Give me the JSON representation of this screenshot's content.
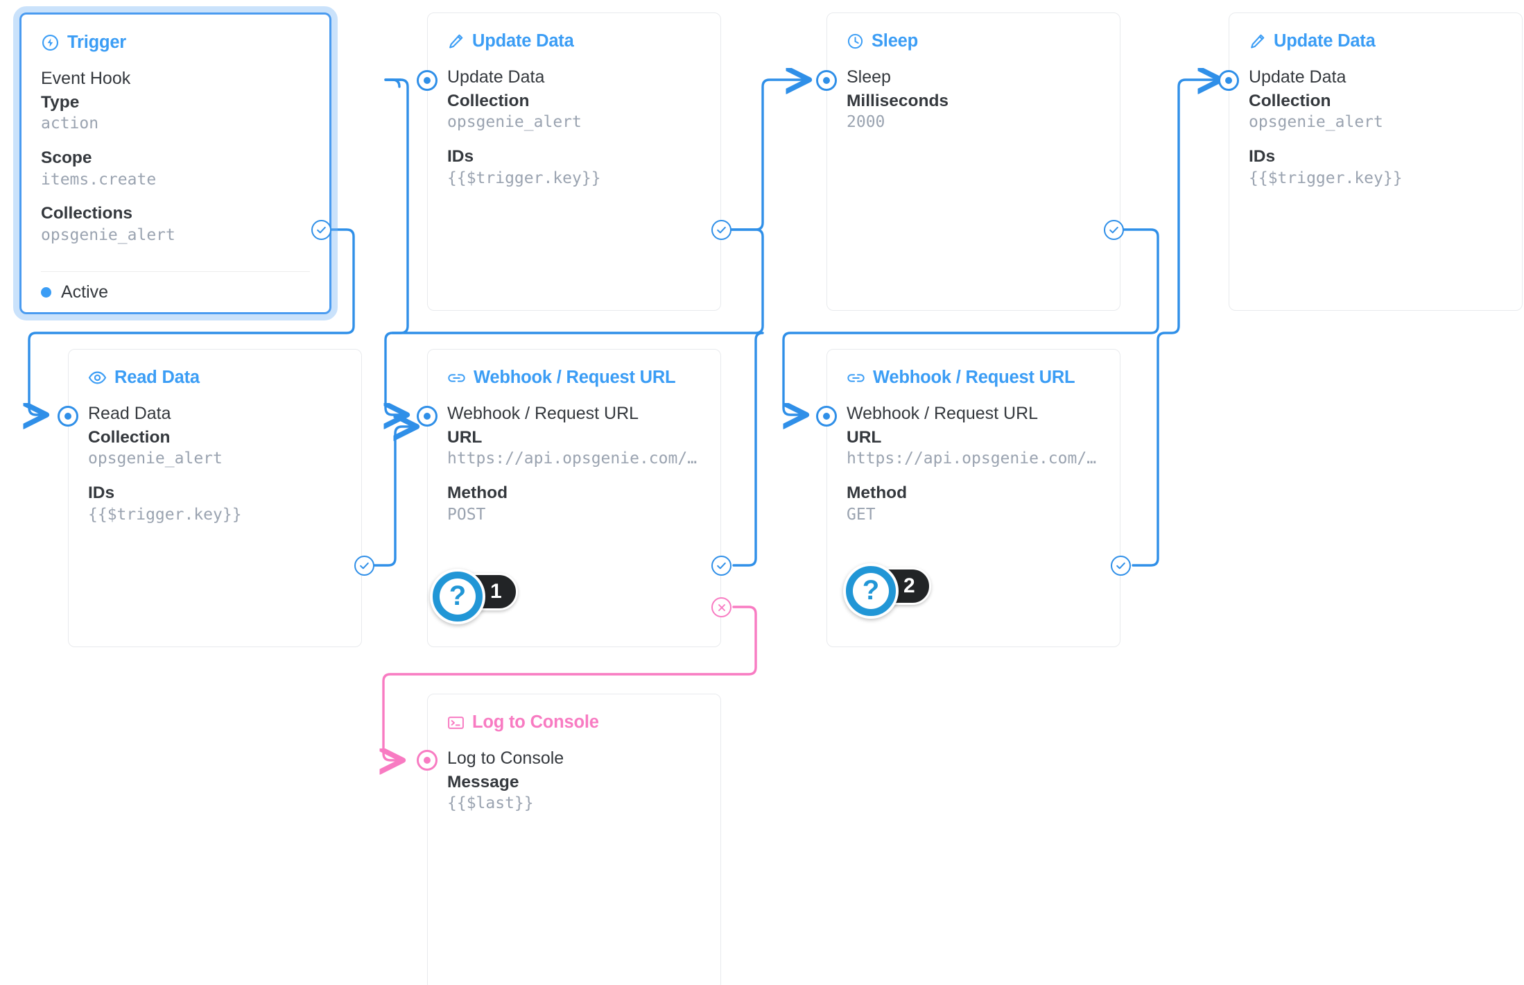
{
  "flow": {
    "colors": {
      "accent_blue": "#3b9df5",
      "wire_blue": "#2f8fe8",
      "accent_pink": "#f87bc2",
      "badge_dark": "#222426",
      "label_dark": "#34383d",
      "value_grey": "#9aa3b0"
    },
    "nodes": [
      {
        "id": "trigger",
        "header_icon": "lightning-bolt-circle-icon",
        "header": "Trigger",
        "row_name": "Event Hook",
        "selected": true,
        "fields": [
          {
            "label": "Type",
            "value": "action"
          },
          {
            "label": "Scope",
            "value": "items.create"
          },
          {
            "label": "Collections",
            "value": "opsgenie_alert"
          }
        ],
        "status": "Active"
      },
      {
        "id": "update-data-1",
        "header_icon": "pencil-icon",
        "header": "Update Data",
        "row_name": "Update Data",
        "fields": [
          {
            "label": "Collection",
            "value": "opsgenie_alert"
          },
          {
            "label": "IDs",
            "value": "{{$trigger.key}}"
          }
        ]
      },
      {
        "id": "sleep",
        "header_icon": "clock-icon",
        "header": "Sleep",
        "row_name": "Sleep",
        "fields": [
          {
            "label": "Milliseconds",
            "value": "2000"
          }
        ]
      },
      {
        "id": "update-data-2",
        "header_icon": "pencil-icon",
        "header": "Update Data",
        "row_name": "Update Data",
        "fields": [
          {
            "label": "Collection",
            "value": "opsgenie_alert"
          },
          {
            "label": "IDs",
            "value": "{{$trigger.key}}"
          }
        ]
      },
      {
        "id": "read-data",
        "header_icon": "eye-icon",
        "header": "Read Data",
        "row_name": "Read Data",
        "fields": [
          {
            "label": "Collection",
            "value": "opsgenie_alert"
          },
          {
            "label": "IDs",
            "value": "{{$trigger.key}}"
          }
        ]
      },
      {
        "id": "webhook-post",
        "header_icon": "link-icon",
        "header": "Webhook / Request URL",
        "row_name": "Webhook / Request URL",
        "fields": [
          {
            "label": "URL",
            "value": "https://api.opsgenie.com/v…"
          },
          {
            "label": "Method",
            "value": "POST"
          }
        ]
      },
      {
        "id": "webhook-get",
        "header_icon": "link-icon",
        "header": "Webhook / Request URL",
        "row_name": "Webhook / Request URL",
        "fields": [
          {
            "label": "URL",
            "value": "https://api.opsgenie.com/v…"
          },
          {
            "label": "Method",
            "value": "GET"
          }
        ]
      },
      {
        "id": "log-to-console",
        "header_icon": "terminal-icon",
        "header": "Log to Console",
        "row_name": "Log to Console",
        "pink": true,
        "fields": [
          {
            "label": "Message",
            "value": "{{$last}}"
          }
        ]
      }
    ],
    "hints": [
      {
        "id": "hint-1",
        "glyph": "?",
        "count": "1"
      },
      {
        "id": "hint-2",
        "glyph": "?",
        "count": "2"
      }
    ]
  }
}
